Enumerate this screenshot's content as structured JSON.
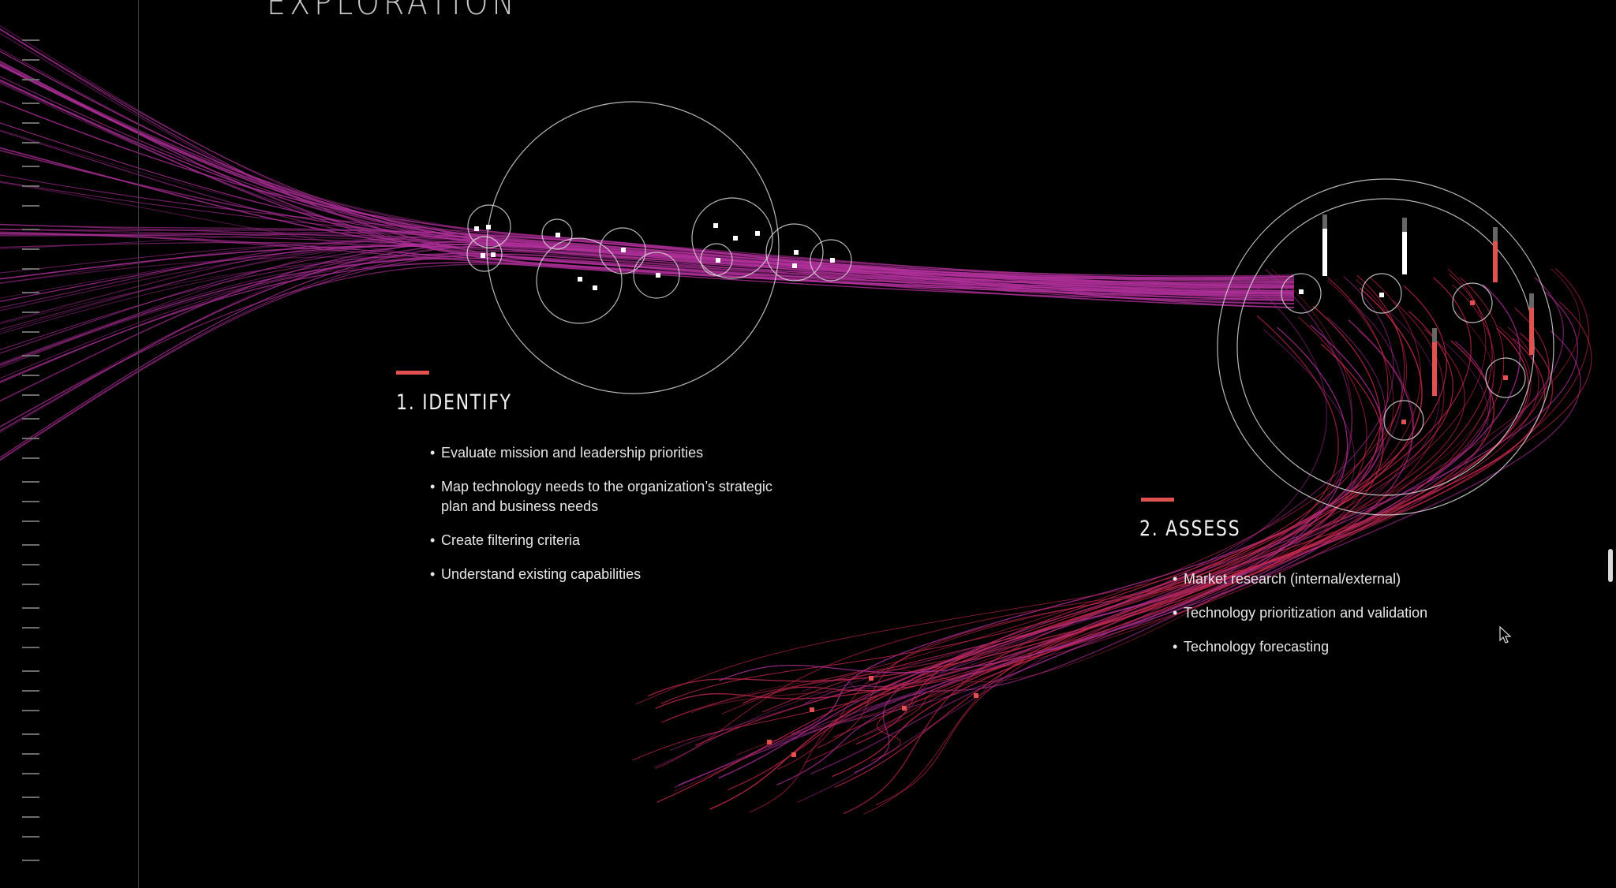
{
  "page": {
    "title": "EXPLORATION"
  },
  "steps": [
    {
      "title": "1. IDENTIFY",
      "bullets": [
        "Evaluate mission and leadership priorities",
        "Map technology needs to the organization’s strategic plan and business needs",
        "Create filtering criteria",
        "Understand existing capabilities"
      ]
    },
    {
      "title": "2. ASSESS",
      "bullets": [
        "Market research (internal/external)",
        "Technology prioritization and validation",
        "Technology forecasting"
      ]
    }
  ],
  "colors": {
    "background": "#000000",
    "accent": "#e0524f",
    "stream_purple": "#b0309a",
    "stream_red": "#c4284e",
    "circle": "#d8d8d8"
  },
  "icons": {
    "cursor": "mouse-pointer-icon",
    "scroll": "scrollbar-thumb"
  }
}
